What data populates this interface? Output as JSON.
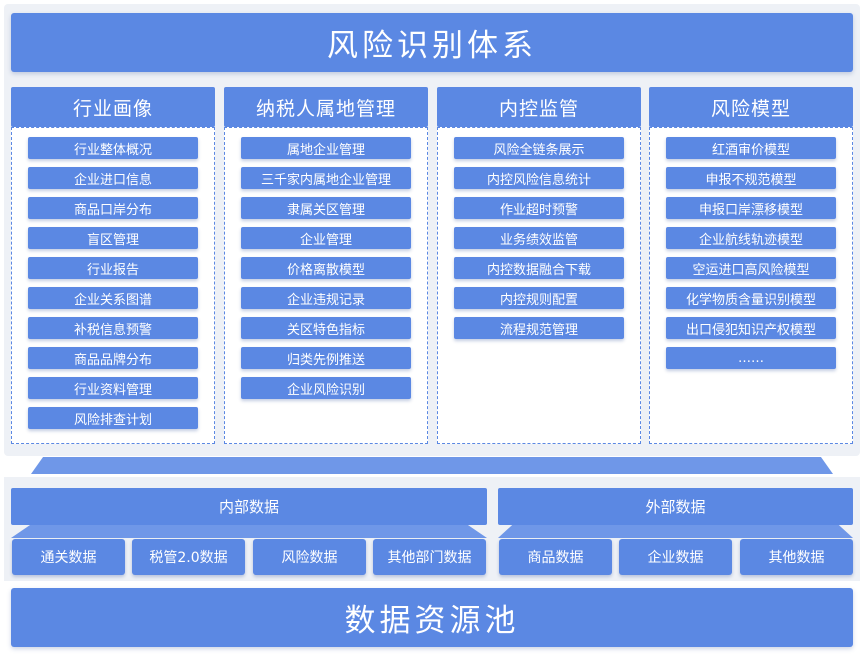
{
  "title": "风险识别体系",
  "columns": [
    {
      "header": "行业画像",
      "items": [
        "行业整体概况",
        "企业进口信息",
        "商品口岸分布",
        "盲区管理",
        "行业报告",
        "企业关系图谱",
        "补税信息预警",
        "商品品牌分布",
        "行业资料管理",
        "风险排查计划"
      ]
    },
    {
      "header": "纳税人属地管理",
      "items": [
        "属地企业管理",
        "三千家内属地企业管理",
        "隶属关区管理",
        "企业管理",
        "价格离散模型",
        "企业违规记录",
        "关区特色指标",
        "归类先例推送",
        "企业风险识别"
      ]
    },
    {
      "header": "内控监管",
      "items": [
        "风险全链条展示",
        "内控风险信息统计",
        "作业超时预警",
        "业务绩效监管",
        "内控数据融合下载",
        "内控规则配置",
        "流程规范管理"
      ]
    },
    {
      "header": "风险模型",
      "items": [
        "红酒审价模型",
        "申报不规范模型",
        "申报口岸漂移模型",
        "企业航线轨迹模型",
        "空运进口高风险模型",
        "化学物质含量识别模型",
        "出口侵犯知识产权模型",
        "……"
      ]
    }
  ],
  "internal": {
    "header": "内部数据",
    "items": [
      "通关数据",
      "税管2.0数据",
      "风险数据",
      "其他部门数据"
    ]
  },
  "external": {
    "header": "外部数据",
    "items": [
      "商品数据",
      "企业数据",
      "其他数据"
    ]
  },
  "pool": "数据资源池",
  "colors": {
    "primary": "#5b88e3",
    "connector": "#6f97e8",
    "panel_bg": "#eef1f6",
    "dashed_border": "#5b88e3"
  }
}
